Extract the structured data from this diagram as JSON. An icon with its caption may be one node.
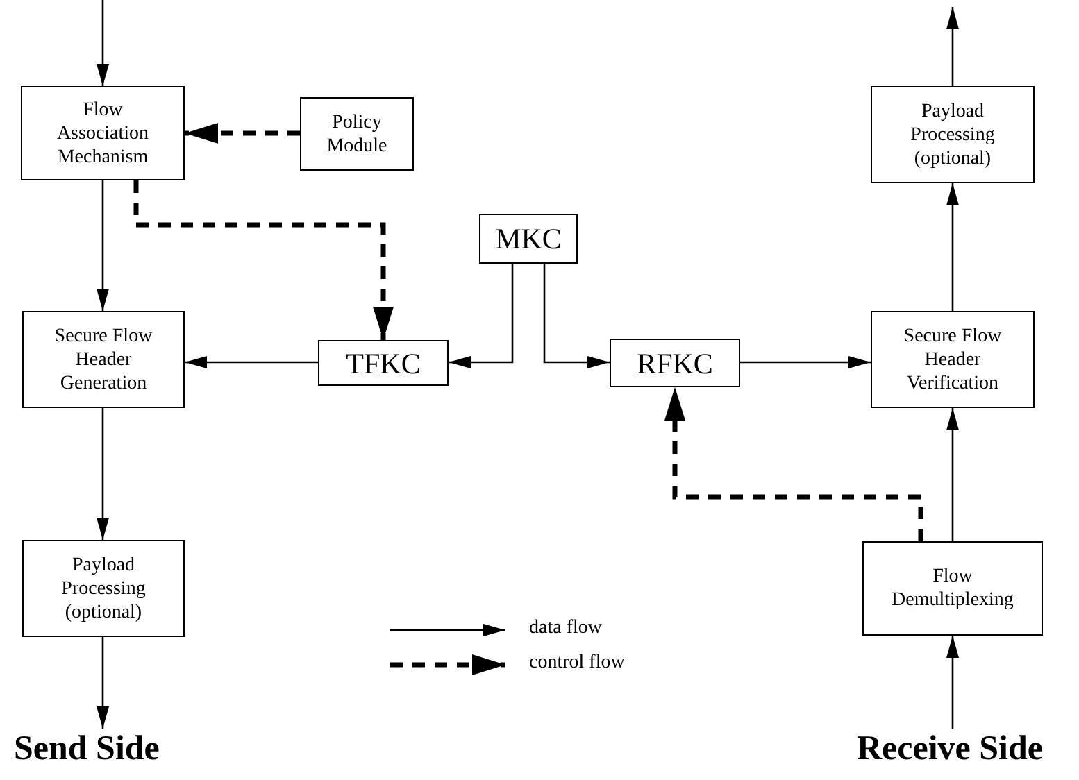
{
  "diagram": {
    "nodes": [
      {
        "text": [
          "Flow Association Mechanism"
        ]
      },
      {
        "text": [
          "Policy Module"
        ]
      },
      {
        "text": [
          "Secure Flow Header Generation"
        ]
      },
      {
        "text": [
          "TFKC"
        ]
      },
      {
        "text": [
          "MKC"
        ]
      },
      {
        "text": [
          "RFKC"
        ]
      },
      {
        "text": [
          "Payload Processing (optional)"
        ]
      },
      {
        "text": [
          "Secure Flow Header Verification"
        ]
      },
      {
        "text": [
          "Payload Processing (optional)"
        ]
      },
      {
        "text": [
          "Flow Demultiplexing"
        ]
      },
      {
        "text": [
          "Send Side"
        ]
      },
      {
        "text": [
          "Receive Side"
        ]
      }
    ],
    "edges": [
      {
        "from": null,
        "to": 0,
        "arrow": "to"
      },
      {
        "from": 1,
        "to": 0,
        "arrow": "to",
        "style": "dashed"
      },
      {
        "from": 0,
        "to": 2,
        "arrow": "to"
      },
      {
        "from": 0,
        "to": 3,
        "arrow": "to",
        "style": "dashed"
      },
      {
        "from": 3,
        "to": 2,
        "arrow": "to"
      },
      {
        "from": 4,
        "to": 3,
        "arrow": "to"
      },
      {
        "from": 4,
        "to": 5,
        "arrow": "to"
      },
      {
        "from": 5,
        "to": 7,
        "arrow": "to"
      },
      {
        "from": 7,
        "to": 6,
        "arrow": "to"
      },
      {
        "from": 6,
        "to": null,
        "arrow": "to"
      },
      {
        "from": 2,
        "to": 8,
        "arrow": "to"
      },
      {
        "from": 8,
        "to": 10,
        "arrow": "to"
      },
      {
        "from": 9,
        "to": 7,
        "arrow": "to"
      },
      {
        "from": 9,
        "to": 5,
        "arrow": "to",
        "style": "dashed"
      },
      {
        "from": 11,
        "to": 9,
        "arrow": "to"
      }
    ],
    "legend": [
      {
        "text": "data flow"
      },
      {
        "text": "control flow"
      }
    ]
  }
}
